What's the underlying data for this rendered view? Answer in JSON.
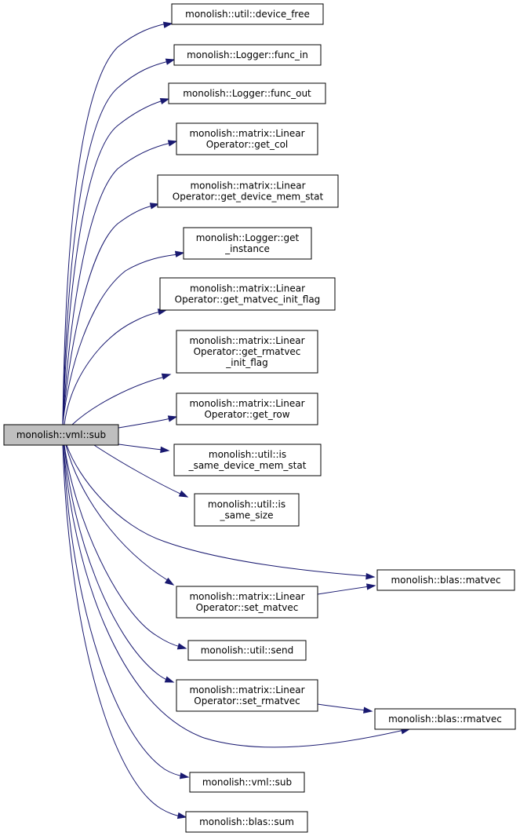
{
  "diagram": {
    "root": {
      "id": "root",
      "lines": [
        "monolish::vml::sub"
      ],
      "colors": {
        "fill": "#bfbfbf"
      }
    },
    "nodes": [
      {
        "id": "n_device_free",
        "lines": [
          "monolish::util::device_free"
        ]
      },
      {
        "id": "n_func_in",
        "lines": [
          "monolish::Logger::func_in"
        ]
      },
      {
        "id": "n_func_out",
        "lines": [
          "monolish::Logger::func_out"
        ]
      },
      {
        "id": "n_get_col",
        "lines": [
          "monolish::matrix::Linear",
          "Operator::get_col"
        ]
      },
      {
        "id": "n_get_device_mem_stat",
        "lines": [
          "monolish::matrix::Linear",
          "Operator::get_device_mem_stat"
        ]
      },
      {
        "id": "n_get_instance",
        "lines": [
          "monolish::Logger::get",
          "_instance"
        ]
      },
      {
        "id": "n_get_matvec_init_flag",
        "lines": [
          "monolish::matrix::Linear",
          "Operator::get_matvec_init_flag"
        ]
      },
      {
        "id": "n_get_rmatvec_init_flag",
        "lines": [
          "monolish::matrix::Linear",
          "Operator::get_rmatvec",
          "_init_flag"
        ]
      },
      {
        "id": "n_get_row",
        "lines": [
          "monolish::matrix::Linear",
          "Operator::get_row"
        ]
      },
      {
        "id": "n_is_same_device_mem_stat",
        "lines": [
          "monolish::util::is",
          "_same_device_mem_stat"
        ]
      },
      {
        "id": "n_is_same_size",
        "lines": [
          "monolish::util::is",
          "_same_size"
        ]
      },
      {
        "id": "n_matvec",
        "lines": [
          "monolish::blas::matvec"
        ]
      },
      {
        "id": "n_set_matvec",
        "lines": [
          "monolish::matrix::Linear",
          "Operator::set_matvec"
        ]
      },
      {
        "id": "n_send",
        "lines": [
          "monolish::util::send"
        ]
      },
      {
        "id": "n_set_rmatvec",
        "lines": [
          "monolish::matrix::Linear",
          "Operator::set_rmatvec"
        ]
      },
      {
        "id": "n_rmatvec",
        "lines": [
          "monolish::blas::rmatvec"
        ]
      },
      {
        "id": "n_sub",
        "lines": [
          "monolish::vml::sub"
        ]
      },
      {
        "id": "n_sum",
        "lines": [
          "monolish::blas::sum"
        ]
      }
    ],
    "edges": [
      {
        "from": "root",
        "to": "n_device_free"
      },
      {
        "from": "root",
        "to": "n_func_in"
      },
      {
        "from": "root",
        "to": "n_func_out"
      },
      {
        "from": "root",
        "to": "n_get_col"
      },
      {
        "from": "root",
        "to": "n_get_device_mem_stat"
      },
      {
        "from": "root",
        "to": "n_get_instance"
      },
      {
        "from": "root",
        "to": "n_get_matvec_init_flag"
      },
      {
        "from": "root",
        "to": "n_get_rmatvec_init_flag"
      },
      {
        "from": "root",
        "to": "n_get_row"
      },
      {
        "from": "root",
        "to": "n_is_same_device_mem_stat"
      },
      {
        "from": "root",
        "to": "n_is_same_size"
      },
      {
        "from": "root",
        "to": "n_matvec"
      },
      {
        "from": "root",
        "to": "n_set_matvec"
      },
      {
        "from": "root",
        "to": "n_send"
      },
      {
        "from": "root",
        "to": "n_set_rmatvec"
      },
      {
        "from": "root",
        "to": "n_rmatvec"
      },
      {
        "from": "root",
        "to": "n_sub"
      },
      {
        "from": "root",
        "to": "n_sum"
      },
      {
        "from": "n_set_matvec",
        "to": "n_matvec"
      },
      {
        "from": "n_set_rmatvec",
        "to": "n_rmatvec"
      }
    ],
    "colors": {
      "edge": "#191970",
      "node_border": "#000000",
      "node_fill": "#ffffff"
    }
  }
}
